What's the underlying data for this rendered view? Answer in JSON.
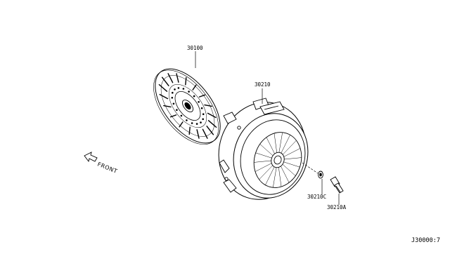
{
  "diagram": {
    "parts": [
      {
        "id": "clutch-disc",
        "number": "30100"
      },
      {
        "id": "clutch-cover",
        "number": "30210"
      },
      {
        "id": "washer",
        "number": "30210C"
      },
      {
        "id": "bolt",
        "number": "30210A"
      }
    ],
    "direction_label": "FRONT",
    "reference_code": "J30000:7"
  }
}
